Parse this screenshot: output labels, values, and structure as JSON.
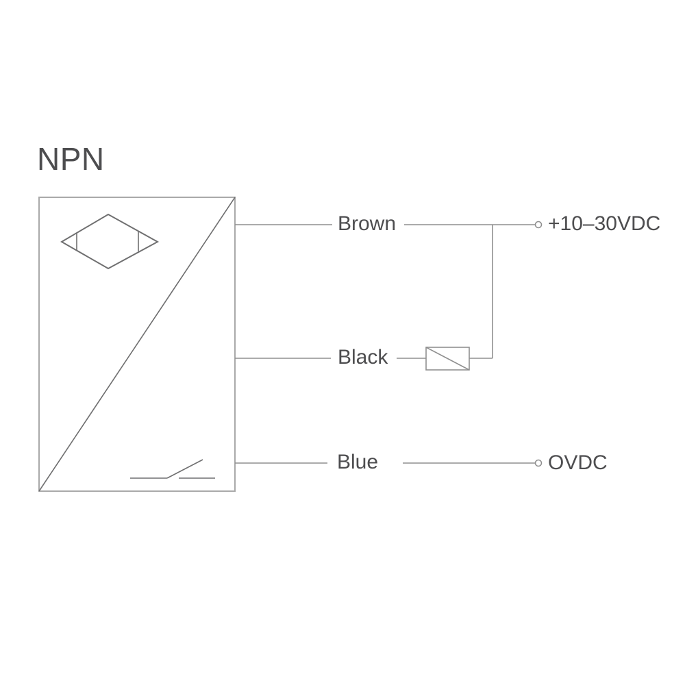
{
  "title": "NPN",
  "sensor": {
    "proximity_symbol_icon": "diamond-proximity-sensor-icon",
    "output_symbol_icon": "no-switch-icon"
  },
  "wires": {
    "brown": {
      "label": "Brown",
      "terminal": "+10–30VDC"
    },
    "black": {
      "label": "Black",
      "load_icon": "load-box-icon"
    },
    "blue": {
      "label": "Blue",
      "terminal": "OVDC"
    }
  },
  "colors": {
    "background": "#ffffff",
    "wire": "#8f8f8f",
    "sensor_outline": "#a9a9a9",
    "symbol": "#6f6f70",
    "text": "#4d4d4f"
  }
}
